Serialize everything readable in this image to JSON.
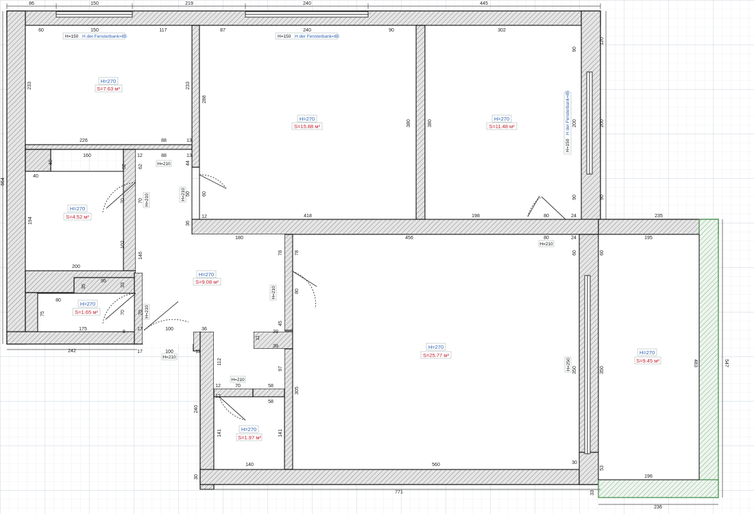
{
  "external_dims": {
    "top_86": "86",
    "top_150": "150",
    "top_219": "219",
    "top_240": "240",
    "top_445": "445",
    "left_664": "664",
    "right_547": "547",
    "bottom_242": "242",
    "bottom_771": "771",
    "bottom_236": "236",
    "r_120": "120",
    "r_200": "200",
    "r_90": "90"
  },
  "rooms": [
    {
      "id": "room1",
      "height": "H=270",
      "area": "S=7.63 м²"
    },
    {
      "id": "room2",
      "height": "H=270",
      "area": "S=15.88 м²"
    },
    {
      "id": "room3",
      "height": "H=270",
      "area": "S=11.48 м²"
    },
    {
      "id": "room4",
      "height": "H=270",
      "area": "S=4.52 м²"
    },
    {
      "id": "hall",
      "height": "H=270",
      "area": "S=9.08 м²"
    },
    {
      "id": "room5",
      "height": "H=270",
      "area": "S=1.65 м²"
    },
    {
      "id": "main",
      "height": "H=270",
      "area": "S=25.77 м²"
    },
    {
      "id": "balcony",
      "height": "H=270",
      "area": "S=9.45 м²"
    },
    {
      "id": "bath",
      "height": "H=270",
      "area": "S=1.97 м²"
    }
  ],
  "windows": {
    "w1_h": "H=150",
    "w1_sill": "H der Fensterbank=85",
    "w2_h": "H=150",
    "w2_sill": "H der Fensterbank=85",
    "w3_h": "H=150",
    "w3_sill": "H der Fensterbank=85"
  },
  "doors": {
    "d1": "H=210",
    "d2": "H=210",
    "d3": "H=210",
    "d4": "H=210",
    "d5": "H=210",
    "d6": "H=210",
    "d7": "H=210",
    "d8": "H=250"
  },
  "inner_dims": {
    "r1_60": "60",
    "r1_150": "150",
    "r1_117": "117",
    "r1_233l": "233",
    "r1_233r": "233",
    "r1_226": "226",
    "r1_88": "88",
    "r1_13a": "13",
    "r2_87": "87",
    "r2_240": "240",
    "r2_90": "90",
    "r2_288": "288",
    "r2_380": "380",
    "r2_418": "418",
    "r2_12": "12",
    "r2_50": "50",
    "r2_60": "60",
    "r2_36": "36",
    "r2_44": "44",
    "r2_13b": "13",
    "r3_302": "302",
    "r3_380": "380",
    "r3_90a": "90",
    "r3_200": "200",
    "r3_90b": "90",
    "r3_198": "198",
    "r3_80": "80",
    "r3_24": "24",
    "h_12": "12",
    "h_88": "88",
    "h_62a": "62",
    "h_62b": "62",
    "h_160": "160",
    "h_40a": "40",
    "h_40b": "40",
    "h_194": "194",
    "h_200": "200",
    "h_70a": "70",
    "h_70b": "70",
    "h_102": "102",
    "h_146": "146",
    "h_180": "180",
    "h_456": "456",
    "h_78a": "78",
    "h_78b": "78",
    "h_80": "80",
    "h_24": "24",
    "h_60a": "60",
    "h_60b": "60",
    "h_235": "235",
    "h_195": "195",
    "r5_95": "95",
    "r5_35": "35",
    "r5_33": "33",
    "r5_80": "80",
    "r5_75": "75",
    "r5_175": "175",
    "r5_70a": "70",
    "r5_70b": "70",
    "r5_8": "8",
    "r5_17a": "17",
    "r5_17b": "17",
    "h_100a": "100",
    "h_100b": "100",
    "h_36": "36",
    "h_12b": "12",
    "h_11": "11",
    "h_39a": "39",
    "h_39b": "39",
    "h_45": "45",
    "h_80b": "80",
    "b_112": "112",
    "b_240": "240",
    "b_70": "70",
    "b_58a": "58",
    "b_58b": "58",
    "b_12a": "12",
    "b_12b": "12",
    "b_141a": "141",
    "b_141b": "141",
    "b_140": "140",
    "b_30": "30",
    "b_97": "97",
    "b_305": "305",
    "m_560": "560",
    "m_30": "30",
    "m_350": "350",
    "m_53": "53",
    "m_33": "33",
    "bal_350": "350",
    "bal_483": "483",
    "bal_196": "196"
  }
}
